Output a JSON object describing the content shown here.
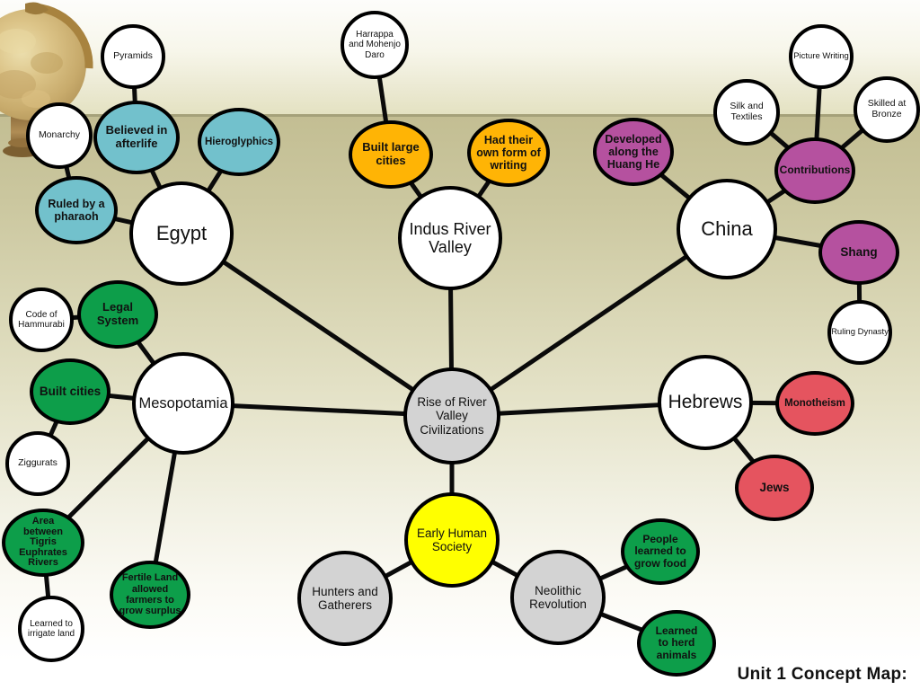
{
  "caption": "Unit 1 Concept Map:",
  "palette": {
    "node_white": "#ffffff",
    "node_teal": "#72c1cc",
    "node_orange": "#ffb405",
    "node_purple": "#b5519f",
    "node_green": "#0d9e4a",
    "node_red": "#e5545f",
    "node_gray": "#d3d3d3",
    "node_yellow": "#ffff00",
    "outline": "#000000",
    "background_band": "#c3be93"
  },
  "diagram": {
    "center": "Rise of River Valley Civilizations",
    "egypt": {
      "label": "Egypt",
      "pyramids": "Pyramids",
      "monarchy": "Monarchy",
      "believed": "Believed in afterlife",
      "hieroglyphics": "Hieroglyphics",
      "ruled": "Ruled by a pharaoh"
    },
    "indus": {
      "label": "Indus River Valley",
      "harrappa": "Harrappa and Mohenjo Daro",
      "built_large": "Built large cities",
      "writing": "Had their own form of writing"
    },
    "china": {
      "label": "China",
      "huang_he": "Developed along the Huang He",
      "contributions": "Contributions",
      "silk": "Silk and Textiles",
      "picture_writing": "Picture Writing",
      "bronze": "Skilled at Bronze",
      "shang": "Shang",
      "ruling_dynasty": "Ruling Dynasty"
    },
    "mesopotamia": {
      "label": "Mesopotamia",
      "code": "Code of Hammurabi",
      "legal": "Legal System",
      "built_cities": "Built cities",
      "ziggurats": "Ziggurats",
      "tigris": "Area between Tigris Euphrates Rivers",
      "irrigate": "Learned to irrigate land",
      "fertile": "Fertile Land allowed farmers to grow surplus"
    },
    "hebrews": {
      "label": "Hebrews",
      "monotheism": "Monotheism",
      "jews": "Jews"
    },
    "early_human": {
      "label": "Early Human Society",
      "hunters": "Hunters and Gatherers",
      "neolithic": "Neolithic Revolution",
      "grow_food": "People learned to grow food",
      "herd": "Learned to herd animals"
    }
  }
}
